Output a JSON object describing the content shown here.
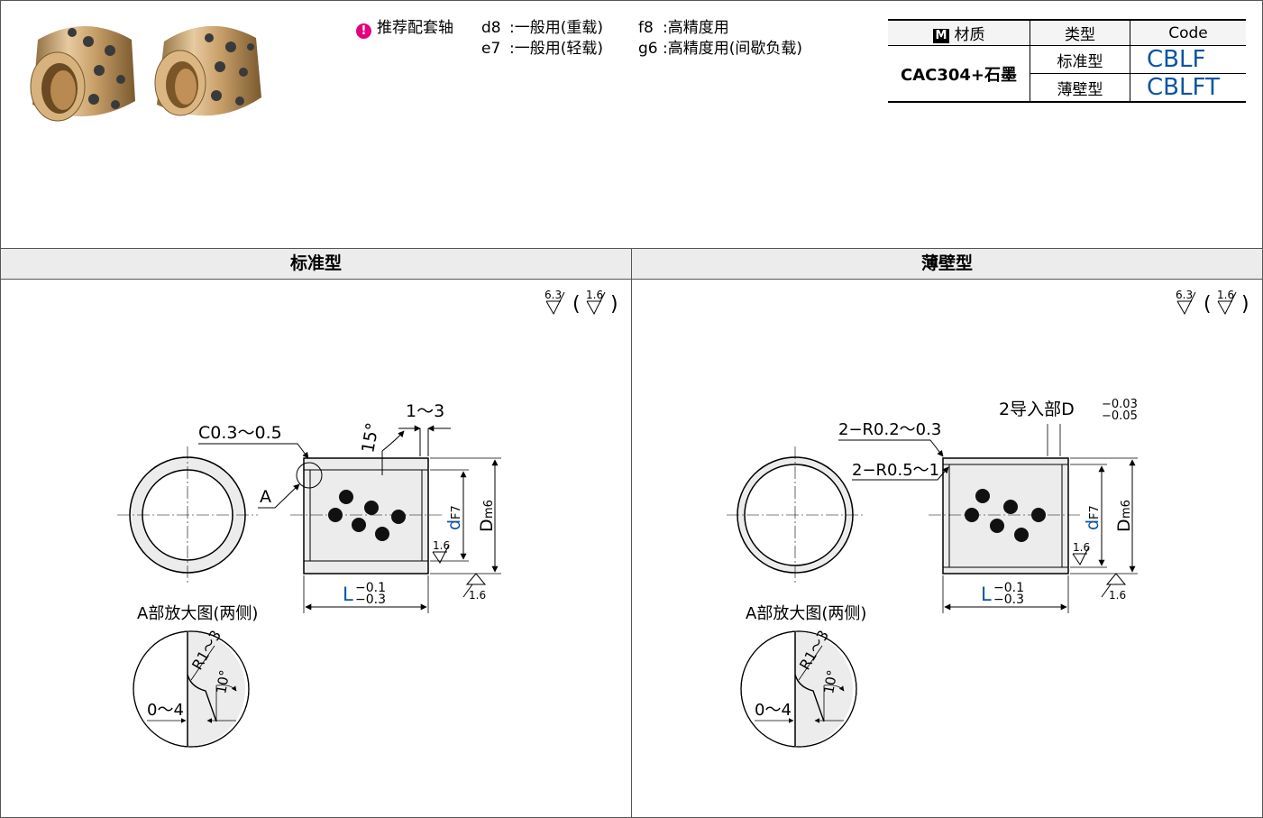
{
  "recommend": {
    "icon": "info-pin-icon",
    "heading": "推荐配套轴",
    "items": [
      {
        "code": "d8",
        "text": ":一般用(重载)"
      },
      {
        "code": "f8",
        "text": ":高精度用"
      },
      {
        "code": "e7",
        "text": ":一般用(轻载)"
      },
      {
        "code": "g6",
        "text": ":高精度用(间歇负载)"
      }
    ]
  },
  "spec_table": {
    "material_badge": "M",
    "material_header": "材质",
    "type_header": "类型",
    "code_header": "Code",
    "material": "CAC304+石墨",
    "rows": [
      {
        "type": "标准型",
        "code": "CBLF"
      },
      {
        "type": "薄壁型",
        "code": "CBLFT"
      }
    ]
  },
  "sections": {
    "standard": "标准型",
    "thin": "薄壁型"
  },
  "drawing": {
    "roughness_main": "6.3",
    "roughness_paren": "1.6",
    "roughness_small": "1.6",
    "std_chamfer": "C0.3～0.5",
    "std_angle": "15°",
    "std_gap": "1～3",
    "detail_mark": "A",
    "inner_dim_d": "d",
    "inner_dim_tol": "F7",
    "outer_dim_D": "D",
    "outer_dim_tol": "m6",
    "length_L": "L",
    "length_tol_upper": "−0.1",
    "length_tol_lower": "−0.3",
    "detail_title": "A部放大图(两侧)",
    "detail_radius": "R1～3",
    "detail_angle": "10°",
    "detail_offset": "0～4",
    "thin_r1": "2−R0.2～0.3",
    "thin_r2": "2−R0.5～1",
    "thin_guide": "2导入部D",
    "thin_guide_tol_upper": "−0.03",
    "thin_guide_tol_lower": "−0.05"
  },
  "colors": {
    "accent_blue": "#0a55a3",
    "badge_pink": "#e6007e",
    "band_gray": "#ececec",
    "part_fill": "#ececec"
  }
}
